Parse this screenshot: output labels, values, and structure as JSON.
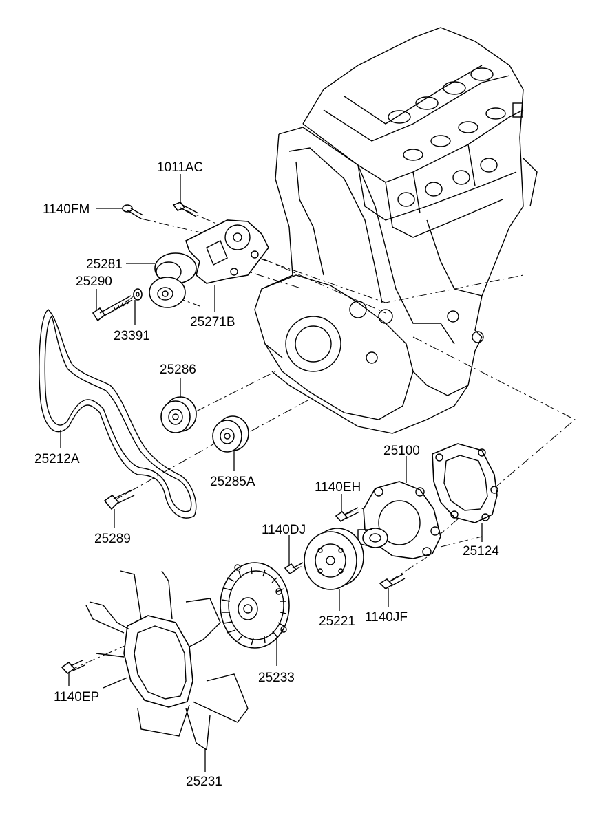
{
  "callouts": {
    "p1011AC": "1011AC",
    "p1140FM": "1140FM",
    "p25281": "25281",
    "p25290": "25290",
    "p23391": "23391",
    "p25271B": "25271B",
    "p25286": "25286",
    "p25212A": "25212A",
    "p25285A": "25285A",
    "p25289": "25289",
    "p25100": "25100",
    "p1140EH": "1140EH",
    "p25124": "25124",
    "p1140DJ": "1140DJ",
    "p25221": "25221",
    "p1140JF": "1140JF",
    "p25233": "25233",
    "p1140EP": "1140EP",
    "p25231": "25231"
  }
}
